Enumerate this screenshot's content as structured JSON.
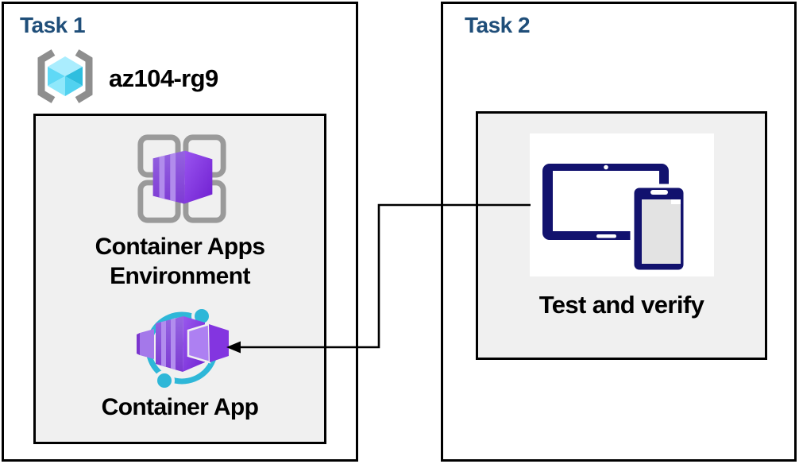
{
  "task1": {
    "title": "Task 1",
    "resource_group": {
      "name": "az104-rg9",
      "icon": "resource-group-icon"
    },
    "environment": {
      "label_line1": "Container Apps",
      "label_line2": "Environment",
      "icon": "container-apps-environment-icon"
    },
    "app": {
      "label": "Container App",
      "icon": "container-app-icon"
    }
  },
  "task2": {
    "title": "Task 2",
    "test": {
      "label": "Test and verify",
      "icon": "tablet-phone-icon"
    }
  },
  "connector": {
    "from": "Test and verify",
    "to": "Container App",
    "shape": "elbow",
    "arrowhead": "points-left-into-container-app"
  },
  "colors": {
    "title_blue": "#1F4E79",
    "panel_fill": "#F0F0F0",
    "outline": "#000000",
    "device_navy": "#12126E",
    "app_cyan": "#2EB7D8",
    "container_purple": "#8A4FDC",
    "rg_cube_cyan": "#50D7F2",
    "bracket_gray": "#8E8E8E",
    "grid_gray": "#9A9A9A"
  }
}
